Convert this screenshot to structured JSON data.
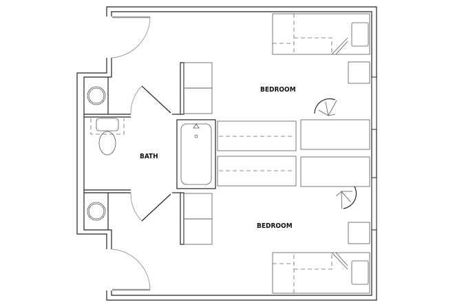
{
  "rooms": {
    "bedroom_top": "BEDROOM",
    "bedroom_bottom": "BEDROOM",
    "bath": "BATH"
  },
  "colors": {
    "line": "#222222",
    "background": "#ffffff"
  }
}
